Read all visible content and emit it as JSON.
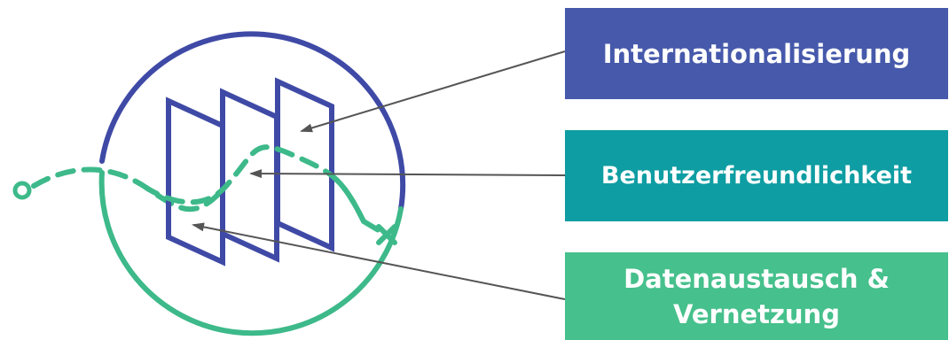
{
  "colors": {
    "indigo": "#3F4AA6",
    "green": "#3DB98A",
    "arrow": "#555555",
    "box_intl": "#4659AB",
    "box_user": "#0E9DA2",
    "box_data": "#46C08C"
  },
  "icons": {
    "logo": "circle-with-panels-and-dashed-path-icon",
    "start": "circle-start-icon",
    "end": "x-mark-icon"
  },
  "boxes": {
    "internationalisierung": "Internationalisierung",
    "benutzerfreundlichkeit": "Benutzerfreundlichkeit",
    "datenaustausch_line1": "Datenaustausch &",
    "datenaustausch_line2": "Vernetzung"
  }
}
